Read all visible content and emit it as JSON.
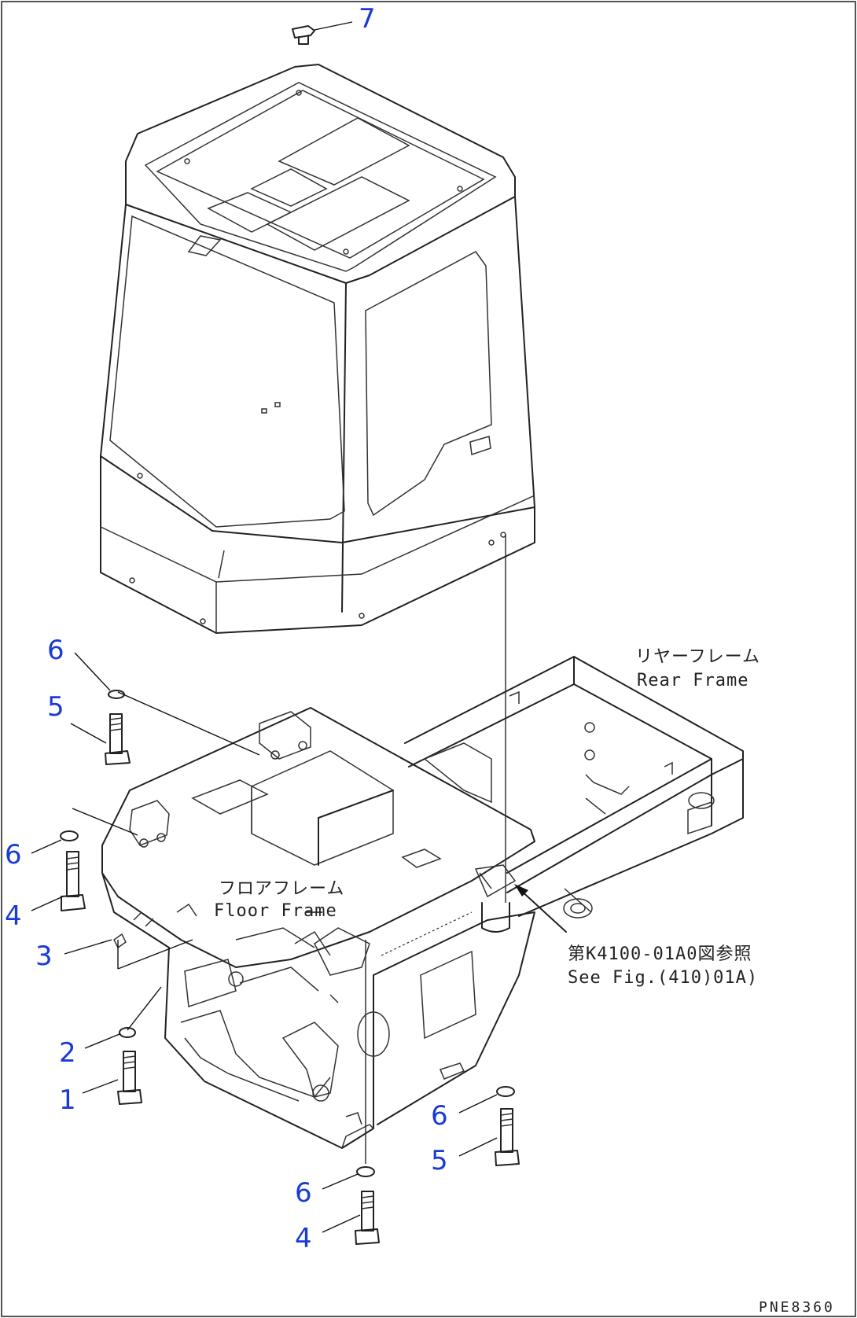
{
  "callouts": {
    "c7": "7",
    "c6a": "6",
    "c5a": "5",
    "c6b": "6",
    "c4a": "4",
    "c3": "3",
    "c2": "2",
    "c1": "1",
    "c6c": "6",
    "c5b": "5",
    "c6d": "6",
    "c4b": "4"
  },
  "notes": {
    "rear_frame_jp": "リヤーフレーム",
    "rear_frame_en": "Rear Frame",
    "floor_frame_jp": "フロアフレーム",
    "floor_frame_en": "Floor Frame",
    "see_fig_jp": "第K4100-01A0図参照",
    "see_fig_en": "See Fig.(410)01A)"
  },
  "drawing_code": "PNE8360"
}
